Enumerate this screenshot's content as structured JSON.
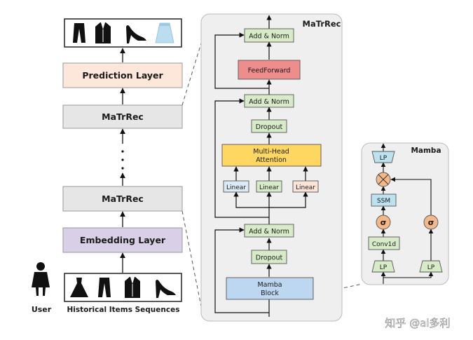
{
  "left_column": {
    "output_items": [
      "pants",
      "suit",
      "high-heel",
      "skirt"
    ],
    "prediction_layer": "Prediction Layer",
    "matrec_top": "MaTrRec",
    "matrec_bottom": "MaTrRec",
    "embedding_layer": "Embedding Layer",
    "input_items": [
      "dress",
      "pants",
      "suit",
      "high-heel"
    ],
    "user_label": "User",
    "sequence_label": "Historical Items Sequences"
  },
  "matrec_block": {
    "title": "MaTrRec",
    "add_norm_top": "Add & Norm",
    "feedforward": "FeedForward",
    "add_norm_mid": "Add & Norm",
    "dropout_top": "Dropout",
    "multihead_line1": "Multi-Head",
    "multihead_line2": "Attention",
    "linear_labels": [
      "Linear",
      "Linear",
      "Linear"
    ],
    "add_norm_bottom": "Add & Norm",
    "dropout_bottom": "Dropout",
    "mamba_line1": "Mamba",
    "mamba_line2": "Block"
  },
  "mamba_block": {
    "title": "Mamba",
    "lp_top": "LP",
    "multiply_symbol": "×",
    "ssm": "SSM",
    "sigma": "σ",
    "conv1d": "Conv1d",
    "lp_bottom_left": "LP",
    "lp_bottom_right": "LP"
  },
  "watermark": "知乎 @ai多利",
  "colors": {
    "prediction": "#fde7db",
    "matrec": "#e6e6e6",
    "embedding": "#d9cfe6",
    "addnorm": "#d8ebc8",
    "feedforward": "#ef8c8c",
    "dropout": "#d8ebc8",
    "multihead": "#fdd762",
    "linear_blue": "#dbeaf5",
    "linear_red": "#fbe3d6",
    "mamba_block": "#bcd7ef",
    "ssm": "#bde2ef",
    "sigma": "#f2b88a",
    "multiply": "#f2b88a",
    "panel": "#efefef"
  }
}
